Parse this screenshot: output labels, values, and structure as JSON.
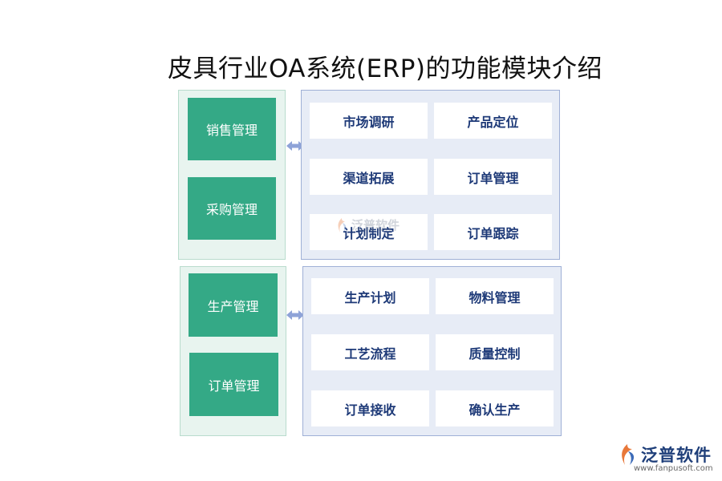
{
  "title": "皮具行业OA系统(ERP)的功能模块介绍",
  "groups": [
    {
      "categories": [
        "销售管理",
        "采购管理"
      ],
      "items": [
        "市场调研",
        "产品定位",
        "渠道拓展",
        "订单管理",
        "计划制定",
        "订单跟踪"
      ]
    },
    {
      "categories": [
        "生产管理",
        "订单管理"
      ],
      "items": [
        "生产计划",
        "物料管理",
        "工艺流程",
        "质量控制",
        "订单接收",
        "确认生产"
      ]
    }
  ],
  "watermark": {
    "text": "泛普软件"
  },
  "logo": {
    "name": "泛普软件",
    "url": "www.fanpusoft.com"
  },
  "colors": {
    "category_fill": "#34a986",
    "left_panel": "#e8f4ef",
    "right_panel": "#e7ecf6",
    "item_text": "#1e3a78",
    "arrow": "#8ea3d8"
  }
}
